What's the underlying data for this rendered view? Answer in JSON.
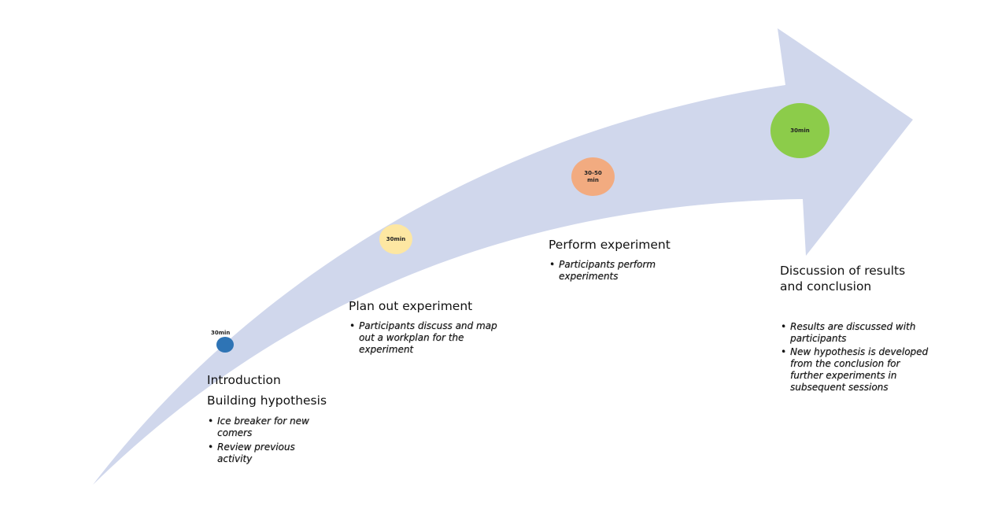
{
  "colors": {
    "arrow_fill": "#d0d7ec",
    "stage1_dot": "#2e74b5",
    "stage2_dot": "#fde7a2",
    "stage3_dot": "#f2ab80",
    "stage4_dot": "#8ccc4a"
  },
  "stages": [
    {
      "duration": "30min",
      "title_lines": [
        "Introduction",
        "Building hypothesis"
      ],
      "bullets": [
        "Ice breaker for new comers",
        "Review previous activity"
      ]
    },
    {
      "duration": "30min",
      "title_lines": [
        "Plan out experiment"
      ],
      "bullets": [
        "Participants discuss and map out a workplan for the experiment"
      ]
    },
    {
      "duration_lines": [
        "30-50",
        "min"
      ],
      "title_lines": [
        "Perform experiment"
      ],
      "bullets": [
        "Participants perform experiments"
      ]
    },
    {
      "duration": "30min",
      "title_lines": [
        "Discussion of results",
        "and conclusion"
      ],
      "bullets": [
        "Results are discussed with participants",
        "New hypothesis is developed from the conclusion for further experiments in subsequent sessions"
      ]
    }
  ]
}
